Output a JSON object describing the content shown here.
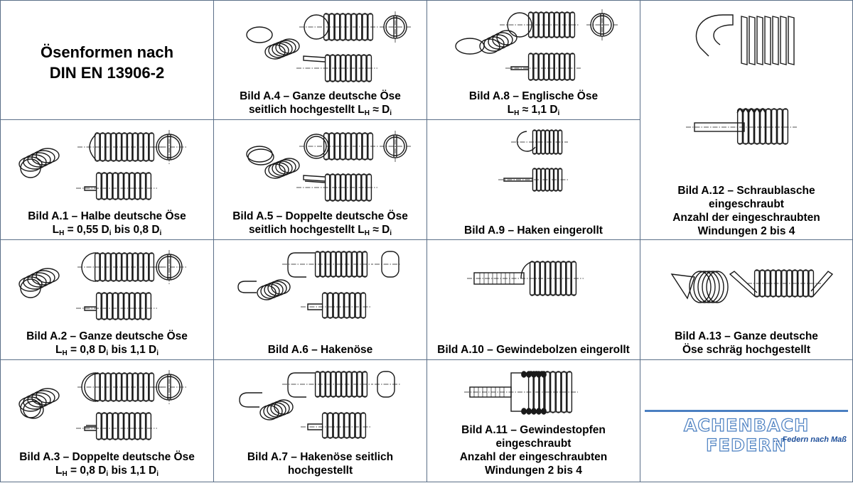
{
  "title": {
    "line1": "Ösenformen nach",
    "line2": "DIN EN 13906-2"
  },
  "figures": {
    "a1": {
      "l1": "Bild A.1 – Halbe deutsche Öse",
      "l2a": "L",
      "l2sub": "H",
      "l2b": " = 0,55 D",
      "l2sub2": "i",
      "l2c": " bis 0,8 D",
      "l2sub3": "i"
    },
    "a2": {
      "l1": "Bild A.2 – Ganze deutsche Öse",
      "l2a": "L",
      "l2sub": "H",
      "l2b": " = 0,8 D",
      "l2sub2": "i",
      "l2c": " bis 1,1 D",
      "l2sub3": "i"
    },
    "a3": {
      "l1": "Bild A.3 – Doppelte deutsche Öse",
      "l2a": "L",
      "l2sub": "H",
      "l2b": " = 0,8 D",
      "l2sub2": "i",
      "l2c": " bis 1,1 D",
      "l2sub3": "i"
    },
    "a4": {
      "l1": "Bild A.4 – Ganze deutsche Öse",
      "l2a": "seitlich hochgestellt L",
      "l2sub": "H",
      "l2b": " ≈ D",
      "l2sub2": "i"
    },
    "a5": {
      "l1": "Bild A.5 – Doppelte deutsche Öse",
      "l2a": "seitlich hochgestellt L",
      "l2sub": "H",
      "l2b": " ≈ D",
      "l2sub2": "i"
    },
    "a6": {
      "l1": "Bild A.6 – Hakenöse"
    },
    "a7": {
      "l1": "Bild A.7 – Hakenöse seitlich",
      "l2": "hochgestellt"
    },
    "a8": {
      "l1": "Bild A.8 – Englische Öse",
      "l2a": "L",
      "l2sub": "H",
      "l2b": " ≈ 1,1 D",
      "l2sub2": "i"
    },
    "a9": {
      "l1": "Bild A.9 – Haken eingerollt"
    },
    "a10": {
      "l1": "Bild A.10 – Gewindebolzen eingerollt"
    },
    "a11": {
      "l1": "Bild A.11 – Gewindestopfen",
      "l2": "eingeschraubt",
      "l3": "Anzahl der eingeschraubten",
      "l4": "Windungen 2 bis 4"
    },
    "a12": {
      "l1": "Bild A.12 – Schraublasche",
      "l2": "eingeschraubt",
      "l3": "Anzahl der eingeschraubten",
      "l4": "Windungen 2 bis 4"
    },
    "a13": {
      "l1": "Bild A.13 – Ganze deutsche",
      "l2": "Öse schräg hochgestellt"
    }
  },
  "logo": {
    "name": "ACHENBACH FEDERN",
    "tagline": "... Federn nach Maß",
    "color": "#4a7fc1"
  },
  "colors": {
    "border": "#5b6f88",
    "line": "#1a1a1a"
  }
}
